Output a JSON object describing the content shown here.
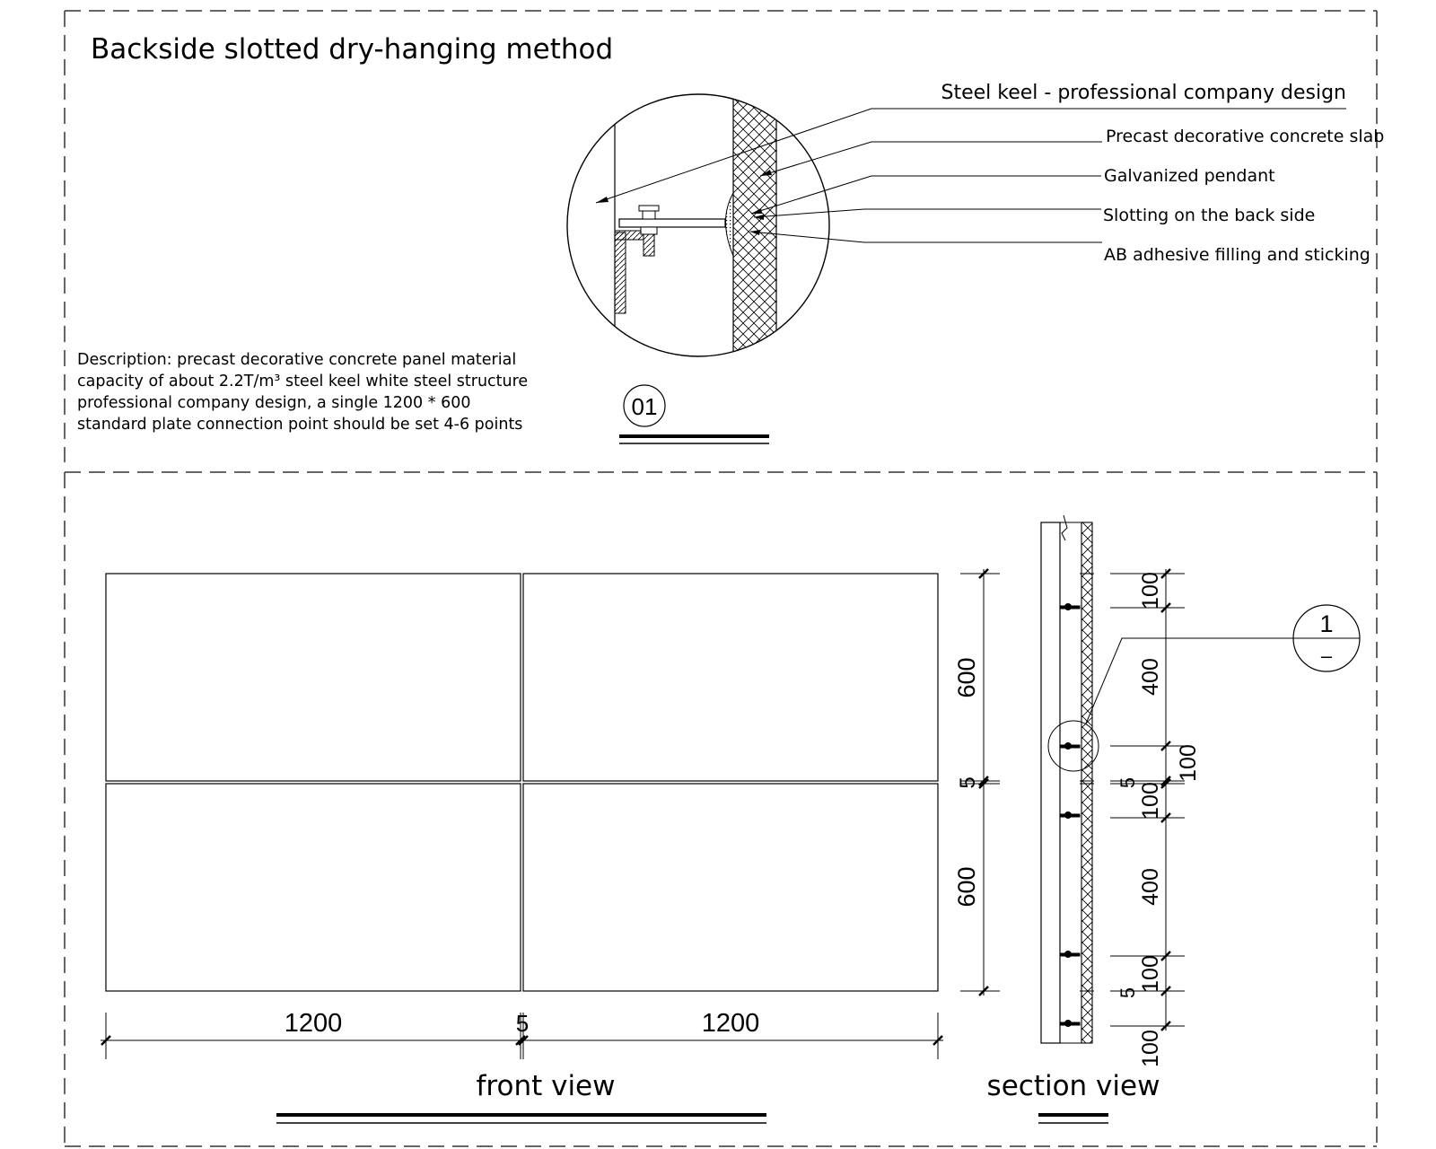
{
  "title": "Backside slotted dry-hanging method",
  "callouts": [
    "Steel keel - professional company design",
    "Precast decorative concrete slab",
    "Galvanized pendant",
    "Slotting on the back side",
    "AB adhesive filling and sticking"
  ],
  "description": "Description: precast decorative concrete panel material capacity of about 2.2T/m³ steel keel white steel structure professional company design, a single 1200 * 600 standard plate connection point should be set 4-6 points",
  "detail_label": "01",
  "front_view": {
    "label": "front view",
    "width_dims": [
      "1200",
      "5",
      "1200"
    ],
    "height_dims": [
      "600",
      "5",
      "600"
    ]
  },
  "section_view": {
    "label": "section view",
    "dims_inner": [
      "100",
      "400",
      "100",
      "5",
      "100",
      "400",
      "100",
      "5",
      "100"
    ],
    "dim_outer": "100",
    "ref_number": "1",
    "ref_sheet": "–"
  }
}
